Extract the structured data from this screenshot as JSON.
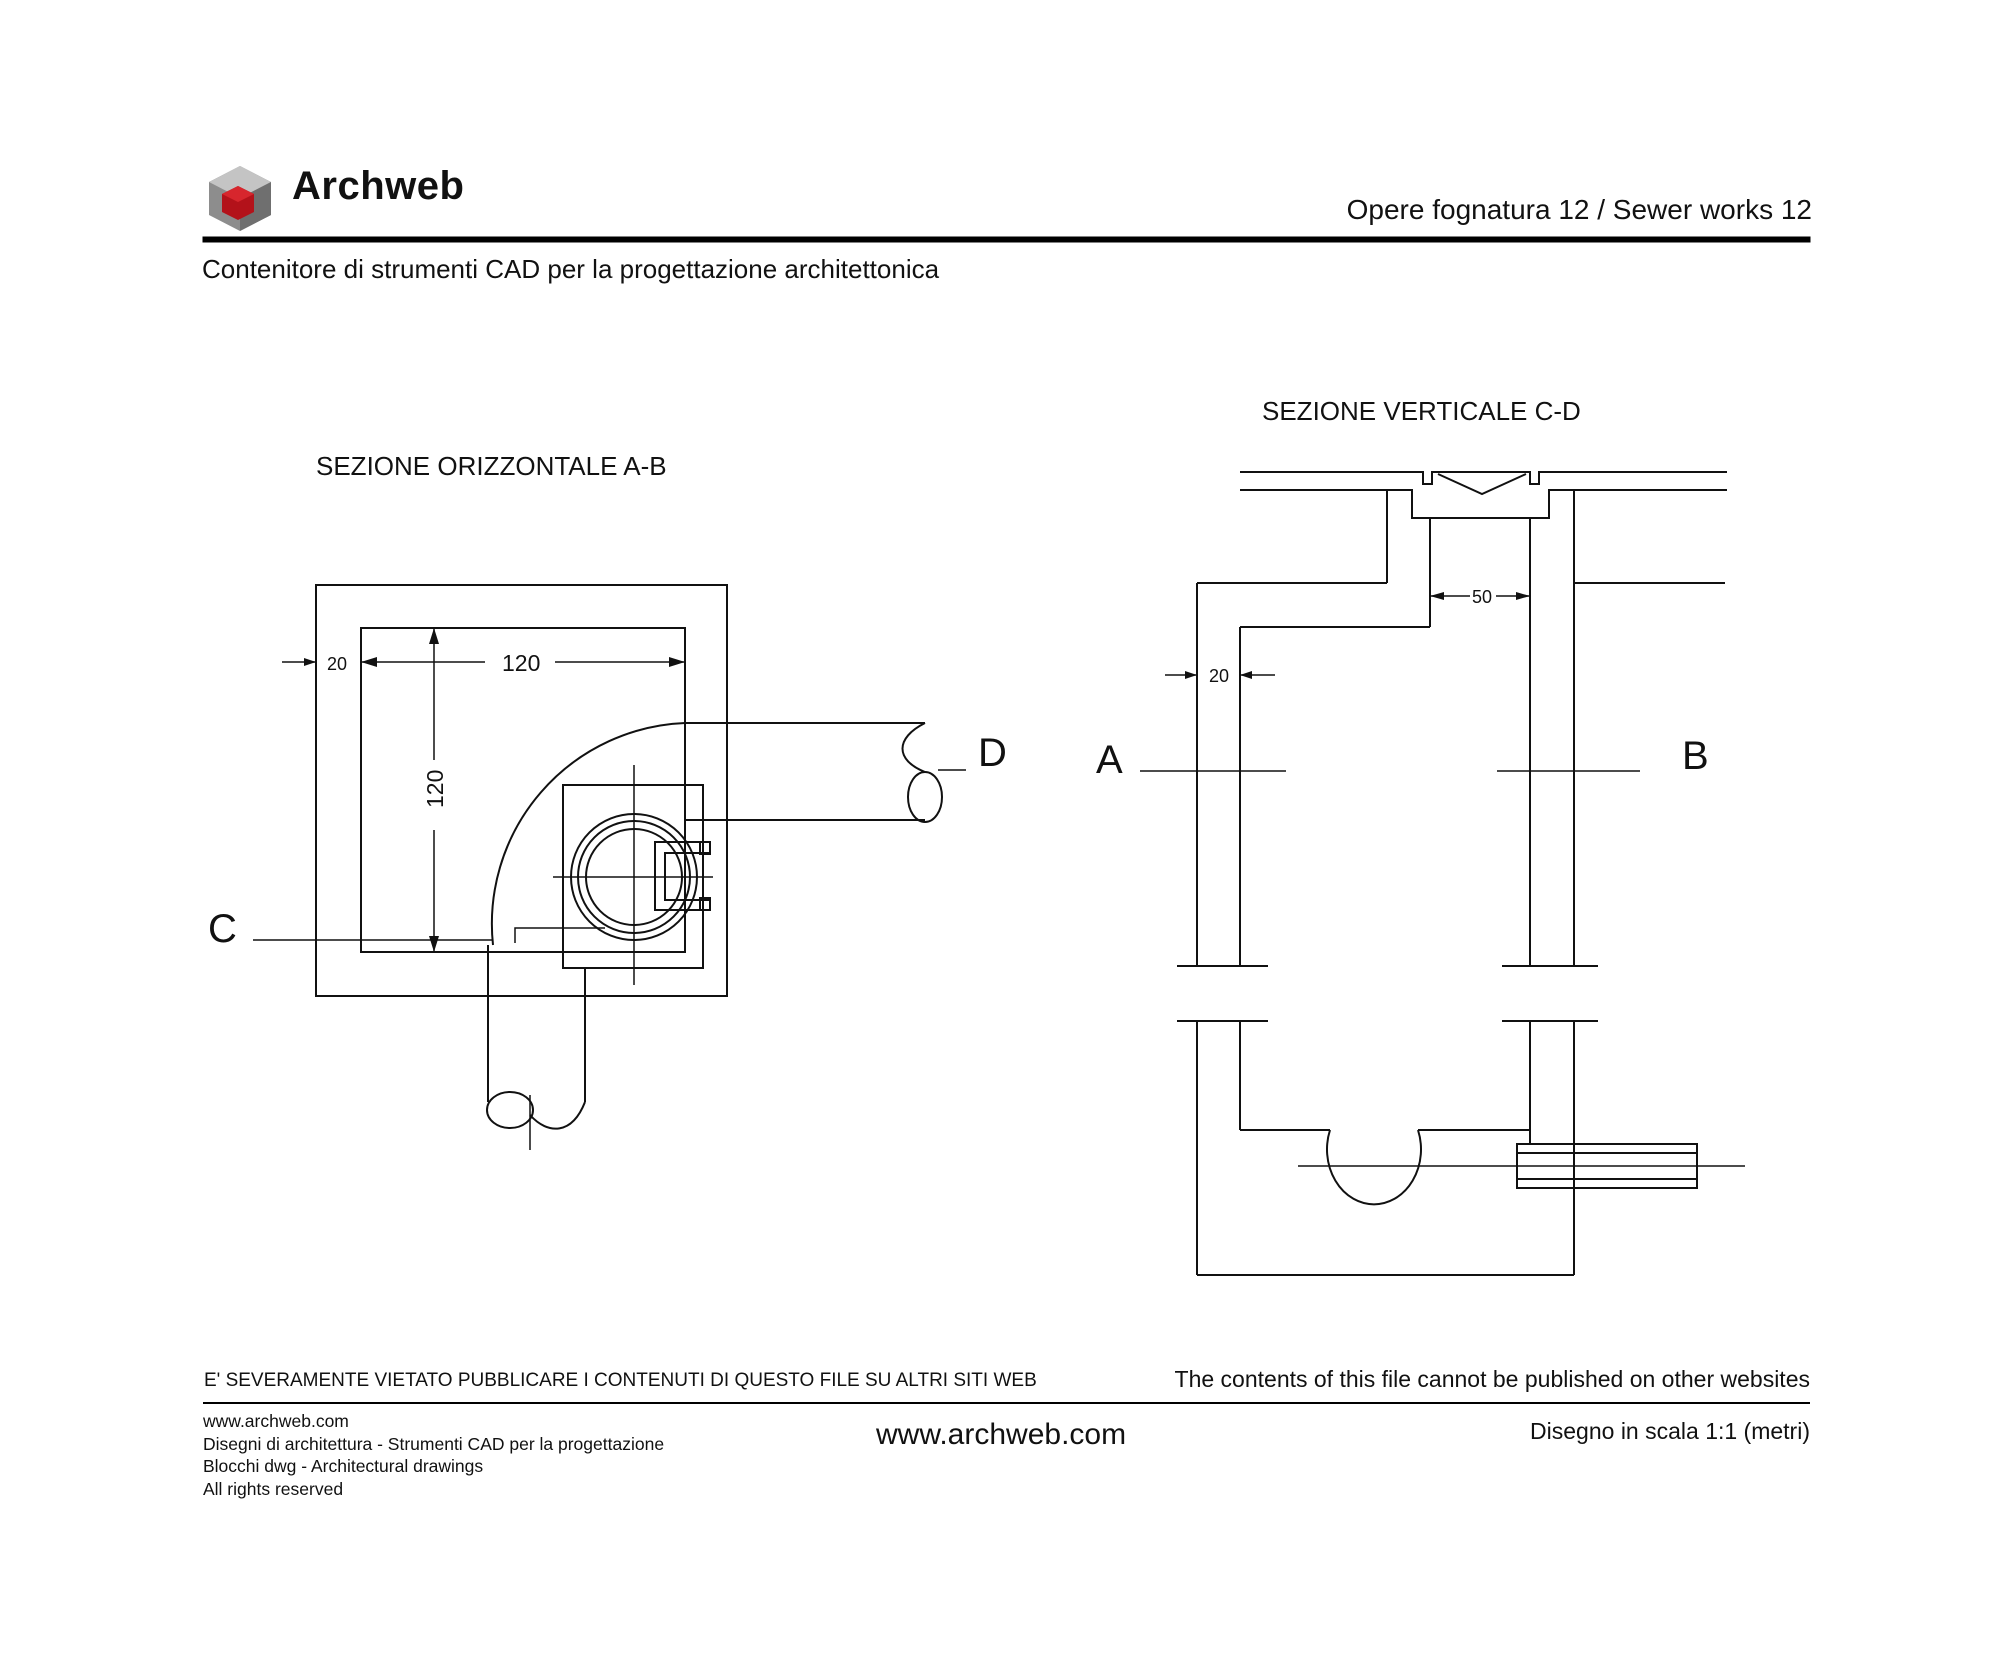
{
  "header": {
    "brand": "Archweb",
    "title": "Opere fognatura 12  /  Sewer works 12",
    "subtitle": "Contenitore di strumenti CAD per la progettazione architettonica"
  },
  "drawing": {
    "left_section_title": "SEZIONE ORIZZONTALE A-B",
    "right_section_title": "SEZIONE VERTICALE C-D",
    "dimensions": {
      "wall_thickness_left": "20",
      "inner_width": "120",
      "inner_depth": "120",
      "wall_thickness_right": "20",
      "shaft_width": "50"
    },
    "section_marks": {
      "a": "A",
      "b": "B",
      "c": "C",
      "d": "D"
    }
  },
  "footer": {
    "warning_it": "E' SEVERAMENTE VIETATO PUBBLICARE I CONTENUTI DI QUESTO FILE SU ALTRI SITI WEB",
    "warning_en": "The contents of this file cannot be published on other websites",
    "lines": [
      "www.archweb.com",
      "Disegni di architettura - Strumenti CAD  per la progettazione",
      "Blocchi dwg - Architectural drawings",
      "All rights reserved"
    ],
    "url": "www.archweb.com",
    "scale": "Disegno in scala 1:1 (metri)"
  },
  "colors": {
    "logo_red": "#b3121a",
    "logo_grey": "#9a9a9a",
    "ink": "#111111"
  },
  "icons": {
    "logo": "archweb-cube-logo"
  }
}
